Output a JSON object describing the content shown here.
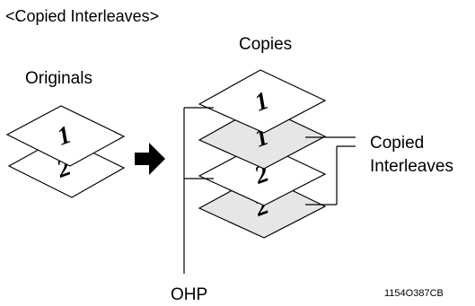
{
  "heading": "<Copied  Interleaves>",
  "labels": {
    "originals": "Originals",
    "copies": "Copies",
    "copied_interleaves_line1": "Copied",
    "copied_interleaves_line2": "Interleaves",
    "ohp": "OHP",
    "figure_code": "1154O387CB"
  },
  "originals": [
    {
      "number": "1",
      "fill": "#ffffff"
    },
    {
      "number": "2",
      "fill": "#ffffff"
    }
  ],
  "copies": [
    {
      "number": "1",
      "fill": "#ffffff",
      "kind": "ohp"
    },
    {
      "number": "1",
      "fill": "#e6e6e6",
      "kind": "interleave"
    },
    {
      "number": "2",
      "fill": "#ffffff",
      "kind": "ohp"
    },
    {
      "number": "2",
      "fill": "#e6e6e6",
      "kind": "interleave"
    }
  ],
  "colors": {
    "interleave_fill": "#e6e6e6",
    "sheet_fill": "#ffffff",
    "arrow": "#000000"
  }
}
